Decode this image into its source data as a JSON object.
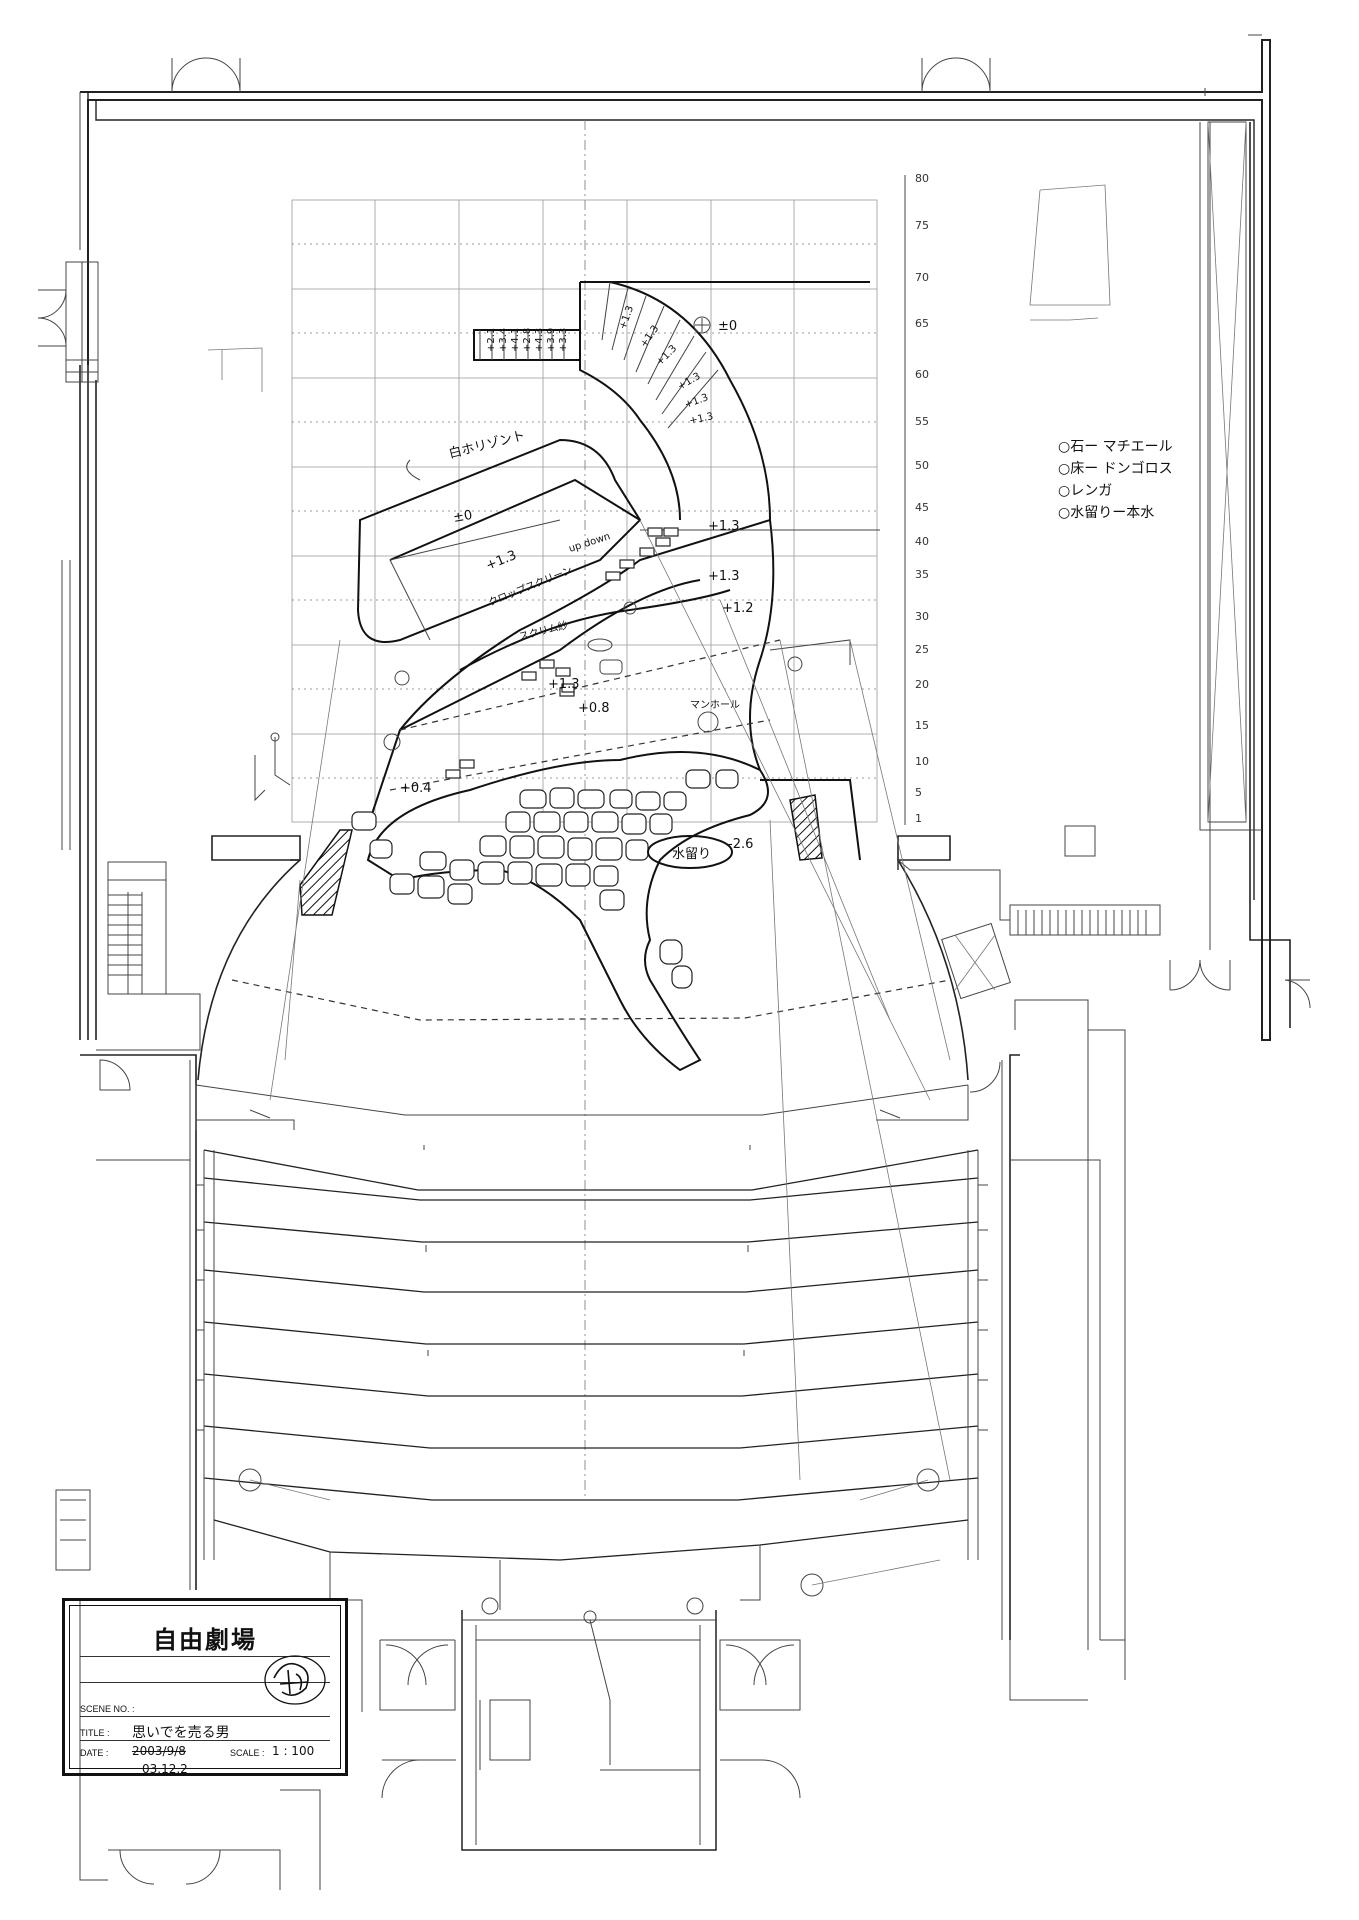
{
  "title_block": {
    "venue": "自由劇場",
    "scene_label": "SCENE NO. :",
    "scene_value": "",
    "title_label": "TITLE :",
    "title_value": "思いでを売る男",
    "date_label": "DATE :",
    "date_value": "2003/9/8",
    "date_revised": "03.12.2",
    "scale_label": "SCALE :",
    "scale_value": "1 : 100"
  },
  "legend": [
    "○石ー マチエール",
    "○床ー ドンゴロス",
    "○レンガ",
    "○水留りー本水"
  ],
  "scale_ticks": [
    "80",
    "75",
    "70",
    "65",
    "60",
    "55",
    "50",
    "45",
    "40",
    "35",
    "30",
    "25",
    "20",
    "15",
    "10",
    "5",
    "1"
  ],
  "annotations": {
    "horizon": "白ホリゾント",
    "zero_top": "±0",
    "zero_mid": "±0",
    "plus13_a": "+1.3",
    "plus13_b": "+1.3",
    "plus13_c": "+1.3",
    "plus13_d": "+1.3",
    "plus12": "+1.2",
    "updown": "up down",
    "screen": "クロップスクリーン",
    "scrim": "スクリム紗",
    "plus08": "+0.8",
    "plus04": "+0.4",
    "manhole": "マンホール",
    "pool": "水留り",
    "minus26": "-2.6",
    "stairs": [
      "+1.3",
      "+1.3",
      "+1.3",
      "+1.3",
      "+1.3",
      "+1.3"
    ],
    "left_stair": [
      "+2.1",
      "+3.4",
      "+4.1",
      "+2.8",
      "+4.3",
      "+3.9",
      "+3.3"
    ]
  },
  "colors": {
    "ink": "#111111",
    "paper": "#ffffff",
    "grid": "#999999"
  }
}
